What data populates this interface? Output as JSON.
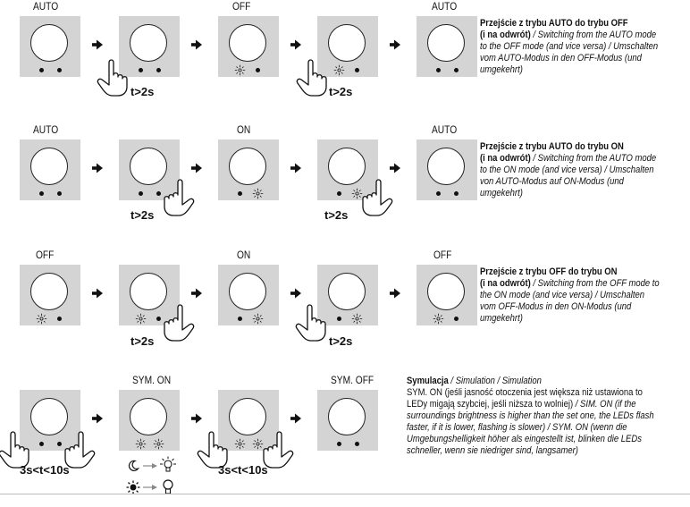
{
  "rows": [
    {
      "panel_labels": [
        "AUTO",
        "",
        "OFF",
        "",
        "AUTO"
      ],
      "times": [
        "t>2s",
        "t>2s"
      ],
      "desc_title": "Przejście z  trybu AUTO do trybu OFF",
      "desc_title2": "(i na odwrót)",
      "desc_text": " / Switching from the AUTO mode to the OFF mode (and vice versa) / Umschalten vom AUTO-Modus in den OFF-Modus (und umgekehrt)"
    },
    {
      "panel_labels": [
        "AUTO",
        "",
        "ON",
        "",
        "AUTO"
      ],
      "times": [
        "t>2s",
        "t>2s"
      ],
      "desc_title": "Przejście z  trybu AUTO do trybu ON",
      "desc_title2": "(i na odwrót)",
      "desc_text": " / Switching from the AUTO mode to the ON mode (and vice versa)  / Umschalten von AUTO-Modus auf ON-Modus (und umgekehrt)"
    },
    {
      "panel_labels": [
        "OFF",
        "",
        "ON",
        "",
        "OFF"
      ],
      "times": [
        "t>2s",
        "t>2s"
      ],
      "desc_title": "Przejście z  trybu  OFF do trybu ON",
      "desc_title2": "(i na odwrót)",
      "desc_text": " / Switching from the OFF mode to the ON mode (and vice versa) / Umschalten vom OFF-Modus in den ON-Modus (und umgekehrt)"
    },
    {
      "panel_labels": [
        "",
        "SYM. ON",
        "",
        "SYM. OFF"
      ],
      "times": [
        "3s<t<10s",
        "3s<t<10s"
      ],
      "desc_title": "Symulacja",
      "desc_title_extra": " / Simulation / Simulation",
      "desc_para": "SYM. ON (jeśli jasność otoczenia jest większa niż ustawiona to LEDy migają szybciej, jeśli niższa to wolniej)",
      "desc_text": " / SIM. ON (if the surroundings brightness is higher than the set one, the LEDs flash faster, if it is lower, flashing is slower) / SYM. ON (wenn die Umgebungshelligkeit höher als eingestellt ist, blinken die LEDs schneller, wenn sie niedriger sind, langsamer)"
    }
  ],
  "icons": [
    "arrow-right-icon",
    "hand-press-icon",
    "led-lit-icon",
    "moon-icon",
    "sun-icon",
    "lightbulb-lit-icon",
    "lightbulb-icon"
  ]
}
